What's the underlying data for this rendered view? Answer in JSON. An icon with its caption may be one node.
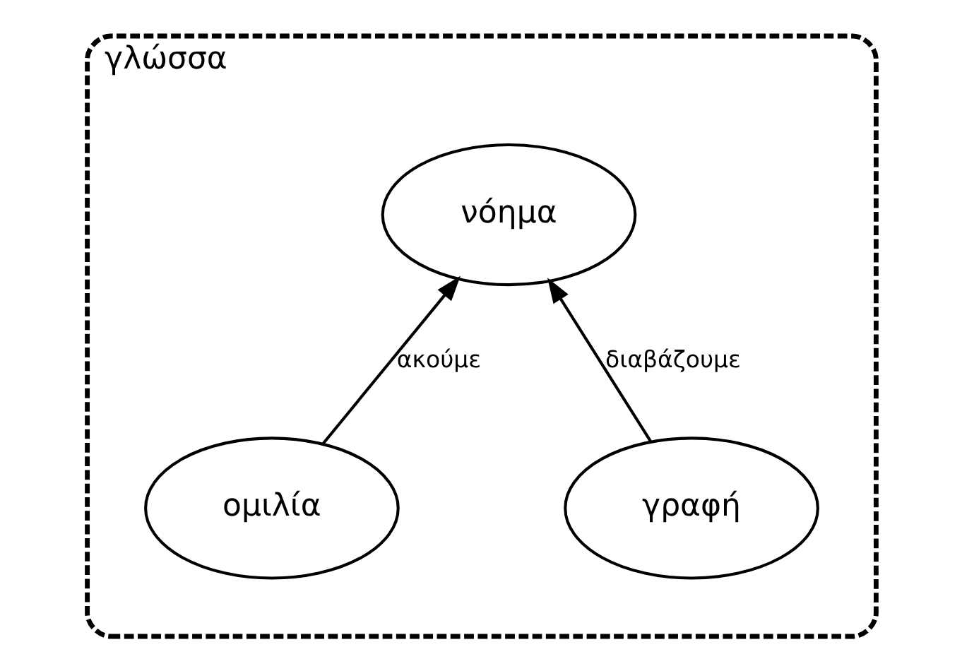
{
  "diagram": {
    "nodes": [
      {
        "text": [
          "γλώσσα"
        ]
      },
      {
        "text": [
          "νόημα"
        ],
        "in": 0
      },
      {
        "text": [
          "γραφή"
        ],
        "in": 0
      },
      {
        "text": [
          "ομιλία"
        ],
        "in": 0
      }
    ],
    "edges": [
      {
        "from": 2,
        "to": 1,
        "arrow": "to",
        "label": "διαβάζουμε"
      },
      {
        "from": 3,
        "to": 1,
        "arrow": "to",
        "label": "ακούμε"
      }
    ]
  }
}
